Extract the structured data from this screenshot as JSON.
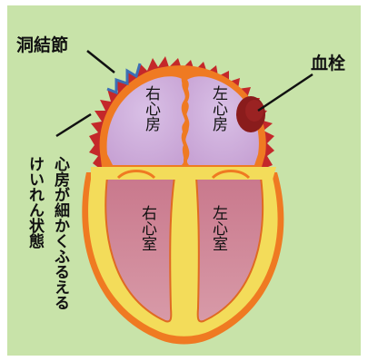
{
  "labels": {
    "sinus_node": "洞結節",
    "thrombus": "血栓",
    "right_atrium": "右心房",
    "left_atrium": "左心房",
    "right_ventricle": "右心室",
    "left_ventricle": "左心室",
    "caption": "心房が細かくふるえる",
    "caption_line2": "けいれん状態"
  },
  "colors": {
    "background": "#c8e3a9",
    "atrium_fill": "#c7a8d6",
    "ventricle_fill": "#c97d8e",
    "wall_yellow": "#f3dc5a",
    "wall_orange": "#ef7a22",
    "outline_red": "#c4282a",
    "sinus_blue": "#3c6fb5",
    "thrombus": "#8a1c1c"
  }
}
